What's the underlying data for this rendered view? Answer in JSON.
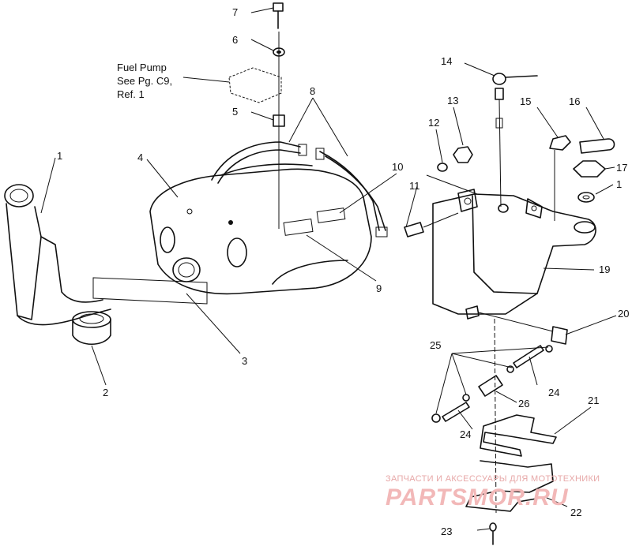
{
  "note": {
    "line1": "Fuel Pump",
    "line2": "See Pg. C9,",
    "line3": "Ref. 1"
  },
  "callouts": {
    "c1": "1",
    "c2": "2",
    "c3": "3",
    "c4": "4",
    "c5": "5",
    "c6": "6",
    "c7": "7",
    "c8": "8",
    "c9": "9",
    "c10": "10",
    "c11": "11",
    "c12": "12",
    "c13": "13",
    "c14": "14",
    "c15": "15",
    "c16": "16",
    "c17": "17",
    "c18": "1",
    "c19": "19",
    "c20": "20",
    "c21": "21",
    "c22": "22",
    "c23": "23",
    "c24a": "24",
    "c24b": "24",
    "c25": "25",
    "c26": "26"
  },
  "watermark": {
    "caption": "ЗАПЧАСТИ И АКСЕССУАРЫ ДЛЯ МОТОТЕХНИКИ",
    "brand": "PARTSMOR.RU"
  }
}
